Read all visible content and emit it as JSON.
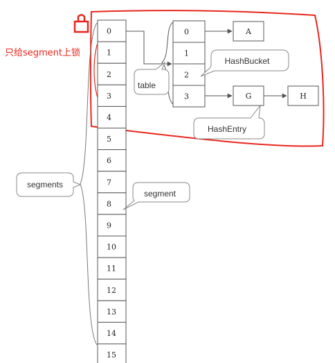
{
  "annotation": {
    "text": "只给segment上锁",
    "color": "#e8261c"
  },
  "segments": {
    "cells": [
      "0",
      "1",
      "2",
      "3",
      "4",
      "5",
      "6",
      "7",
      "8",
      "9",
      "10",
      "11",
      "12",
      "13",
      "14",
      "15"
    ]
  },
  "table": {
    "cells": [
      "0",
      "1",
      "2",
      "3"
    ]
  },
  "entries": {
    "a": "A",
    "g": "G",
    "h": "H"
  },
  "callouts": {
    "segments": "segments",
    "segment": "segment",
    "table": "table",
    "hash_bucket": "HashBucket",
    "hash_entry": "HashEntry"
  },
  "icons": {
    "lock": "lock-icon"
  },
  "colors": {
    "line": "#555555",
    "box_fill": "#ffffff",
    "callout_stroke": "#888888",
    "highlight": "#e8261c"
  }
}
